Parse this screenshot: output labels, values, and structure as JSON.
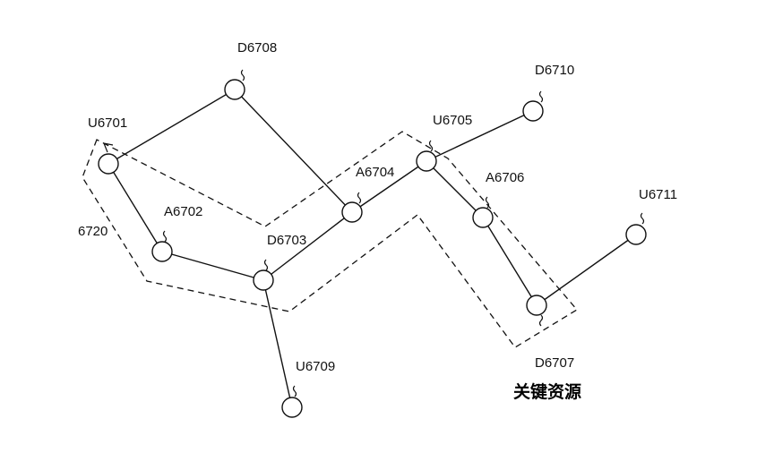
{
  "nodes": {
    "U6701": "U6701",
    "A6702": "A6702",
    "D6703": "D6703",
    "A6704": "A6704",
    "U6705": "U6705",
    "A6706": "A6706",
    "D6707": "D6707",
    "D6708": "D6708",
    "U6709": "U6709",
    "D6710": "D6710",
    "U6711": "U6711"
  },
  "region_label": "6720",
  "caption": "关键资源"
}
